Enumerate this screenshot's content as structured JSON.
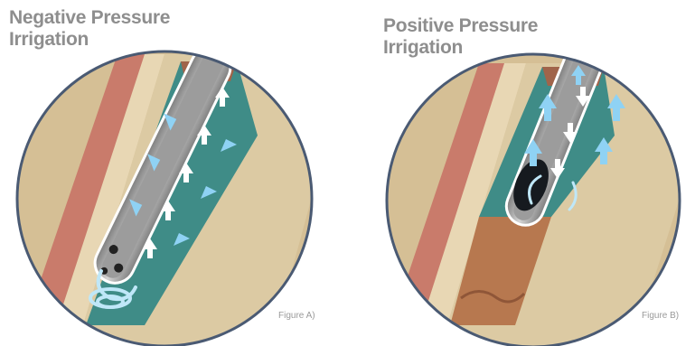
{
  "panel_a": {
    "title_line1": "Negative Pressure",
    "title_line2": "Irrigation",
    "figure_label": "Figure A)"
  },
  "panel_b": {
    "title_line1": "Positive Pressure",
    "title_line2": "Irrigation",
    "figure_label": "Figure B)"
  },
  "colors": {
    "title_gray": "#8e8e8e",
    "circle_border": "#4a5a73",
    "dentin": "#d9c9a6",
    "root_canal": "#3f8f8a",
    "gum_red": "#c8796c",
    "needle_gray": "#a8a8a8",
    "flow_arrow": "#8fd0f2",
    "debris": "#b87a52"
  }
}
